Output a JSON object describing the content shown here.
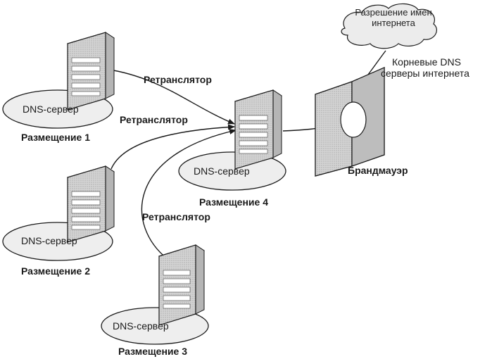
{
  "sites": [
    {
      "server_label": "DNS-сервер",
      "site_label": "Размещение 1"
    },
    {
      "server_label": "DNS-сервер",
      "site_label": "Размещение 2"
    },
    {
      "server_label": "DNS-сервер",
      "site_label": "Размещение 3"
    },
    {
      "server_label": "DNS-сервер",
      "site_label": "Размещение 4"
    }
  ],
  "forwarders": [
    "Ретранслятор",
    "Ретранслятор",
    "Ретранслятор"
  ],
  "firewall_label": "Брандмауэр",
  "cloud_lines": [
    "Разрешение имен",
    "интернета"
  ],
  "root_dns_lines": [
    "Корневые DNS",
    "серверы интернета"
  ],
  "colors": {
    "ink": "#1a1a1a",
    "server_fill": "#d9d9d9",
    "firewall_fill": "#cfcfcf",
    "cloud_fill": "#ededed"
  }
}
